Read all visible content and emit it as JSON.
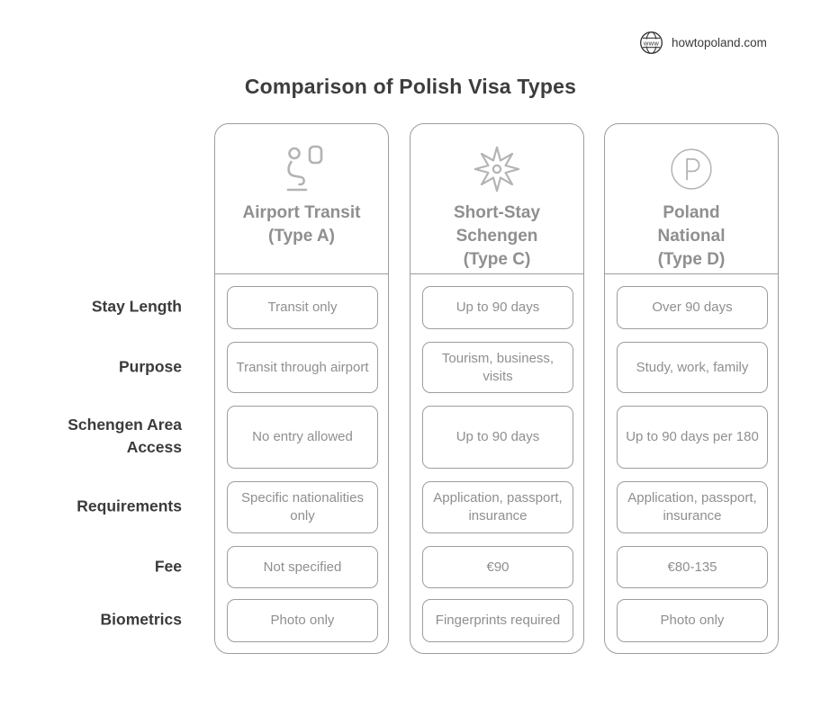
{
  "brand": {
    "site": "howtopoland.com",
    "icon_label": "www"
  },
  "page": {
    "title": "Comparison of Polish Visa Types"
  },
  "table": {
    "row_labels": [
      "Stay Length",
      "Purpose",
      "Schengen Area Access",
      "Requirements",
      "Fee",
      "Biometrics"
    ],
    "columns": [
      {
        "icon": "airplane-seat-icon",
        "title_lines": [
          "Airport Transit",
          "(Type A)"
        ],
        "cells": [
          "Transit only",
          "Transit through airport",
          "No entry allowed",
          "Specific nationalities only",
          "Not specified",
          "Photo only"
        ]
      },
      {
        "icon": "schengen-star-icon",
        "title_lines": [
          "Short-Stay",
          "Schengen",
          "(Type C)"
        ],
        "cells": [
          "Up to 90 days",
          "Tourism, business, visits",
          "Up to 90 days",
          "Application, passport, insurance",
          "€90",
          "Fingerprints required"
        ]
      },
      {
        "icon": "letter-p-circle-icon",
        "title_lines": [
          "Poland",
          "National",
          "(Type D)"
        ],
        "cells": [
          "Over 90 days",
          "Study, work, family",
          "Up to 90 days per 180",
          "Application, passport, insurance",
          "€80-135",
          "Photo only"
        ]
      }
    ]
  },
  "chart_data": {
    "type": "table",
    "title": "Comparison of Polish Visa Types",
    "row_headers": [
      "Stay Length",
      "Purpose",
      "Schengen Area Access",
      "Requirements",
      "Fee",
      "Biometrics"
    ],
    "column_headers": [
      "Airport Transit (Type A)",
      "Short-Stay Schengen (Type C)",
      "Poland National (Type D)"
    ],
    "cells": [
      [
        "Transit only",
        "Up to 90 days",
        "Over 90 days"
      ],
      [
        "Transit through airport",
        "Tourism, business, visits",
        "Study, work, family"
      ],
      [
        "No entry allowed",
        "Up to 90 days",
        "Up to 90 days per 180"
      ],
      [
        "Specific nationalities only",
        "Application, passport, insurance",
        "Application, passport, insurance"
      ],
      [
        "Not specified",
        "€90",
        "€80-135"
      ],
      [
        "Photo only",
        "Fingerprints required",
        "Photo only"
      ]
    ]
  },
  "colors": {
    "heading_text": "#3d3d3d",
    "muted_text": "#8f8f8f",
    "border": "#9d9d9d",
    "icon_stroke": "#b3b3b3"
  }
}
